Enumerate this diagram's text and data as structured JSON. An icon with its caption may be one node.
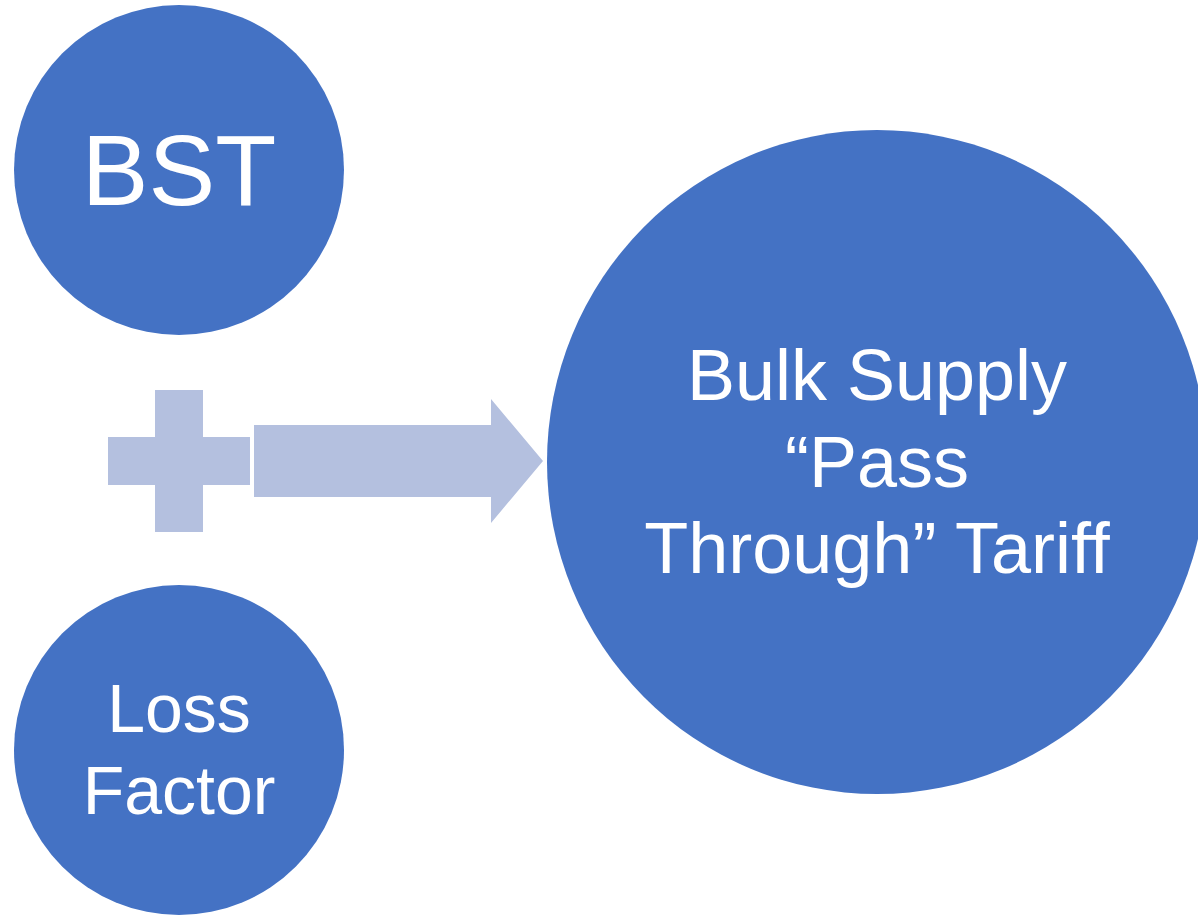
{
  "diagram": {
    "nodes": [
      {
        "text": [
          "BST"
        ]
      },
      {
        "text": [],
        "shape": "plus"
      },
      {
        "text": [
          "Loss Factor"
        ]
      },
      {
        "text": [
          "Bulk Supply “Pass Through” Tariff"
        ]
      }
    ],
    "edges": [
      {
        "from": 1,
        "to": 3,
        "arrow": "to"
      }
    ]
  }
}
